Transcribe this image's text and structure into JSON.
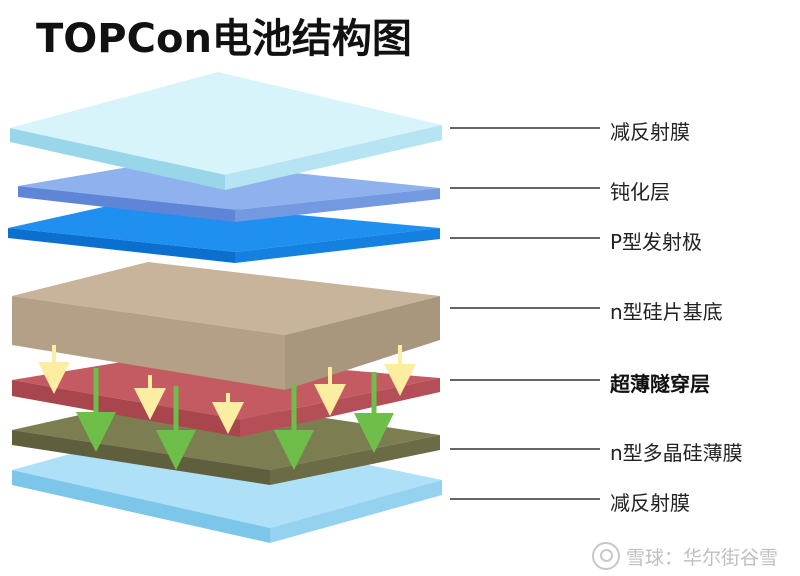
{
  "title": "TOPCon电池结构图",
  "layers": [
    {
      "name": "减反射膜",
      "color_top": "#d8f4fb",
      "color_side": "#9ad6ea"
    },
    {
      "name": "钝化层",
      "color_top": "#8fb2ee",
      "color_side": "#5f86d6"
    },
    {
      "name": "P型发射极",
      "color_top": "#1f8ff0",
      "color_side": "#0b6fcf"
    },
    {
      "name": "n型硅片基底",
      "color_top": "#c8b49a",
      "color_side": "#a8967d"
    },
    {
      "name": "超薄隧穿层",
      "color_top": "#c45a62",
      "color_side": "#a8454d"
    },
    {
      "name": "n型多晶硅薄膜",
      "color_top": "#7d7d52",
      "color_side": "#5f5f3d"
    },
    {
      "name": "减反射膜",
      "color_top": "#aee0f7",
      "color_side": "#7cc6ea"
    }
  ],
  "arrow_colors": {
    "electron": "#fbeea0",
    "hole": "#6dbf4a"
  },
  "watermark": {
    "text": "雪球：华尔街谷雪"
  }
}
